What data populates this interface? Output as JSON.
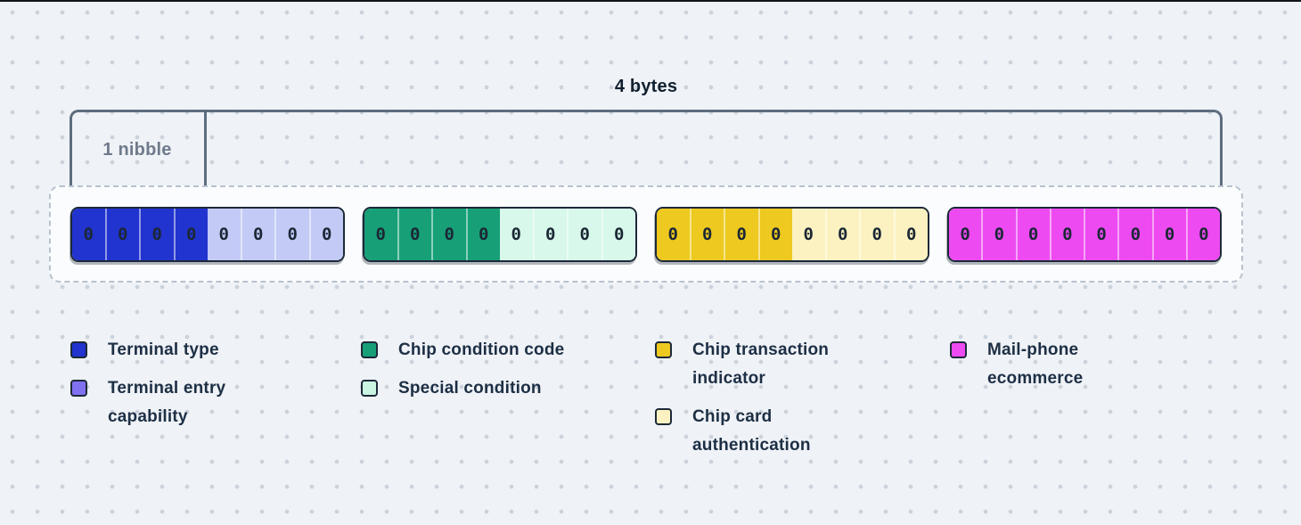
{
  "labels": {
    "four_bytes": "4 bytes",
    "one_nibble": "1 nibble"
  },
  "diagram": {
    "bytes": [
      {
        "nibbles": [
          {
            "color": "#2134cf",
            "bits": [
              "0",
              "0",
              "0",
              "0"
            ]
          },
          {
            "color": "#c3caf6",
            "bits": [
              "0",
              "0",
              "0",
              "0"
            ]
          }
        ]
      },
      {
        "nibbles": [
          {
            "color": "#17a077",
            "bits": [
              "0",
              "0",
              "0",
              "0"
            ]
          },
          {
            "color": "#d7f8ea",
            "bits": [
              "0",
              "0",
              "0",
              "0"
            ]
          }
        ]
      },
      {
        "nibbles": [
          {
            "color": "#eec91f",
            "bits": [
              "0",
              "0",
              "0",
              "0"
            ]
          },
          {
            "color": "#fcf2c1",
            "bits": [
              "0",
              "0",
              "0",
              "0"
            ]
          }
        ]
      },
      {
        "nibbles": [
          {
            "color": "#ed4bf1",
            "bits": [
              "0",
              "0",
              "0",
              "0"
            ]
          },
          {
            "color": "#ed4bf1",
            "bits": [
              "0",
              "0",
              "0",
              "0"
            ]
          }
        ]
      }
    ]
  },
  "legend": {
    "columns": [
      {
        "items": [
          {
            "swatch": "#2134cf",
            "label": "Terminal type"
          },
          {
            "swatch": "#8170f0",
            "label": "Terminal entry\ncapability"
          }
        ]
      },
      {
        "items": [
          {
            "swatch": "#17a077",
            "label": "Chip condition code"
          },
          {
            "swatch": "#c9f5e2",
            "label": "Special condition"
          }
        ]
      },
      {
        "items": [
          {
            "swatch": "#eec91f",
            "label": "Chip transaction\nindicator"
          },
          {
            "swatch": "#fcf2c1",
            "label": "Chip card\nauthentication"
          }
        ]
      },
      {
        "items": [
          {
            "swatch": "#ed4bf1",
            "label": "Mail-phone\necommerce"
          }
        ]
      }
    ]
  },
  "colors": {
    "background": "#eff2f6",
    "dot_grid": "#cbd2db",
    "bracket": "#5d6d80",
    "byte_border": "#1d2939",
    "strip_background": "#fbfcfd",
    "strip_dash": "#b8c2ce",
    "title_text": "#10202f",
    "nibble_text": "#6f7b8c",
    "legend_text": "#1d2f45",
    "bit_text": "#1b2735"
  }
}
